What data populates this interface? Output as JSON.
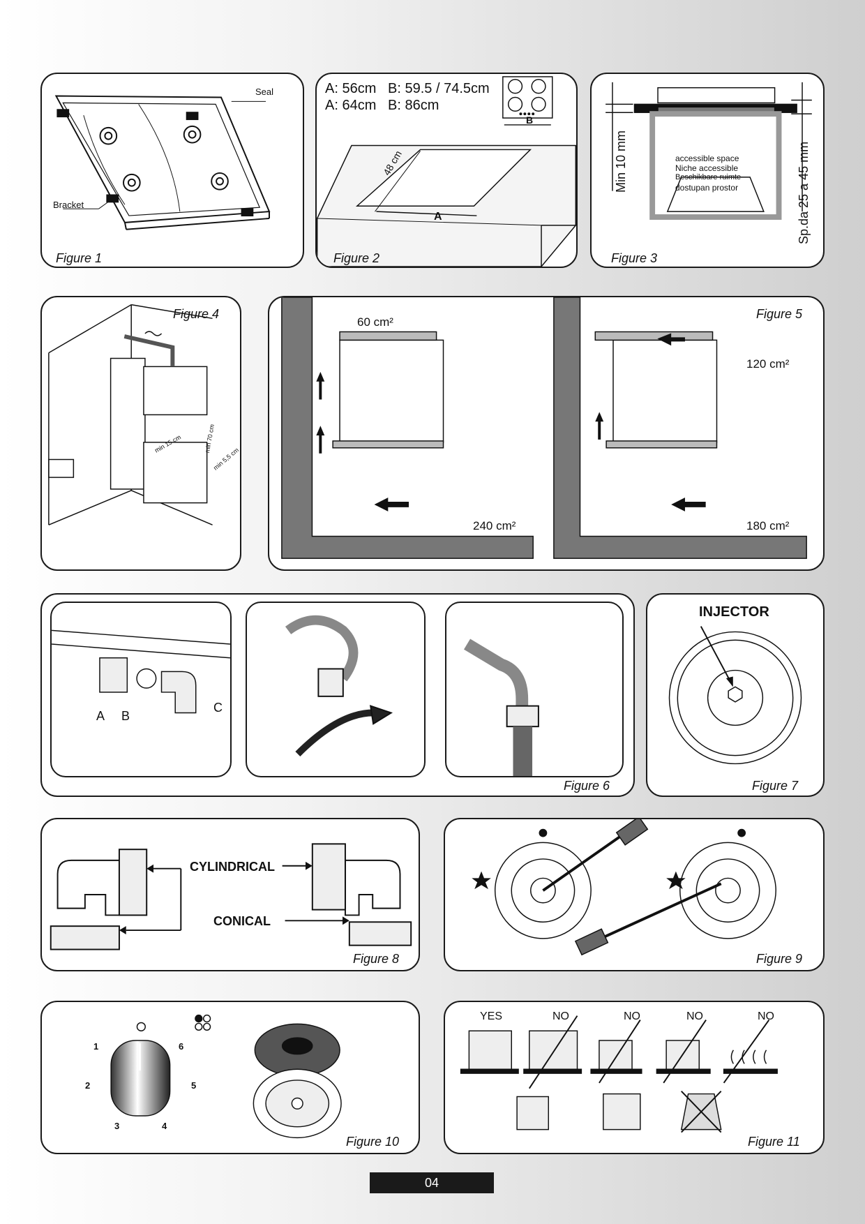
{
  "figures": {
    "fig1": {
      "caption": "Figure 1",
      "seal": "Seal",
      "bracket": "Bracket"
    },
    "fig2": {
      "caption": "Figure 2",
      "line1": "A: 56cm   B: 59.5 / 74.5cm",
      "line2": "A: 64cm   B: 86cm",
      "depth": "48 cm",
      "a": "A",
      "b": "B"
    },
    "fig3": {
      "caption": "Figure 3",
      "min": "Min 10 mm",
      "sp": "Sp.da 25 a 45 mm",
      "space_lines": [
        "accessible space",
        "Niche accessible",
        "Beschikbare ruimte",
        "dostupan prostor"
      ]
    },
    "fig4": {
      "caption": "Figure 4",
      "dim1": "min 15 cm",
      "dim2": "min 70 cm",
      "dim3": "min 5,5 cm"
    },
    "fig5": {
      "caption": "Figure  5",
      "left_top": "60 cm²",
      "left_bottom": "240 cm²",
      "right_top": "120 cm²",
      "right_bottom": "180 cm²"
    },
    "fig6": {
      "caption": "Figure  6",
      "a": "A",
      "b": "B",
      "c": "C"
    },
    "fig7": {
      "caption": "Figure  7",
      "label": "INJECTOR"
    },
    "fig8": {
      "caption": "Figure  8",
      "cylindrical": "CYLINDRICAL",
      "conical": "CONICAL"
    },
    "fig9": {
      "caption": "Figure  9"
    },
    "fig10": {
      "caption": "Figure  10",
      "dial": [
        "1",
        "2",
        "3",
        "4",
        "5",
        "6"
      ]
    },
    "fig11": {
      "caption": "Figure  11",
      "labels": [
        "YES",
        "NO",
        "NO",
        "NO",
        "NO"
      ]
    }
  },
  "page_number": "04"
}
